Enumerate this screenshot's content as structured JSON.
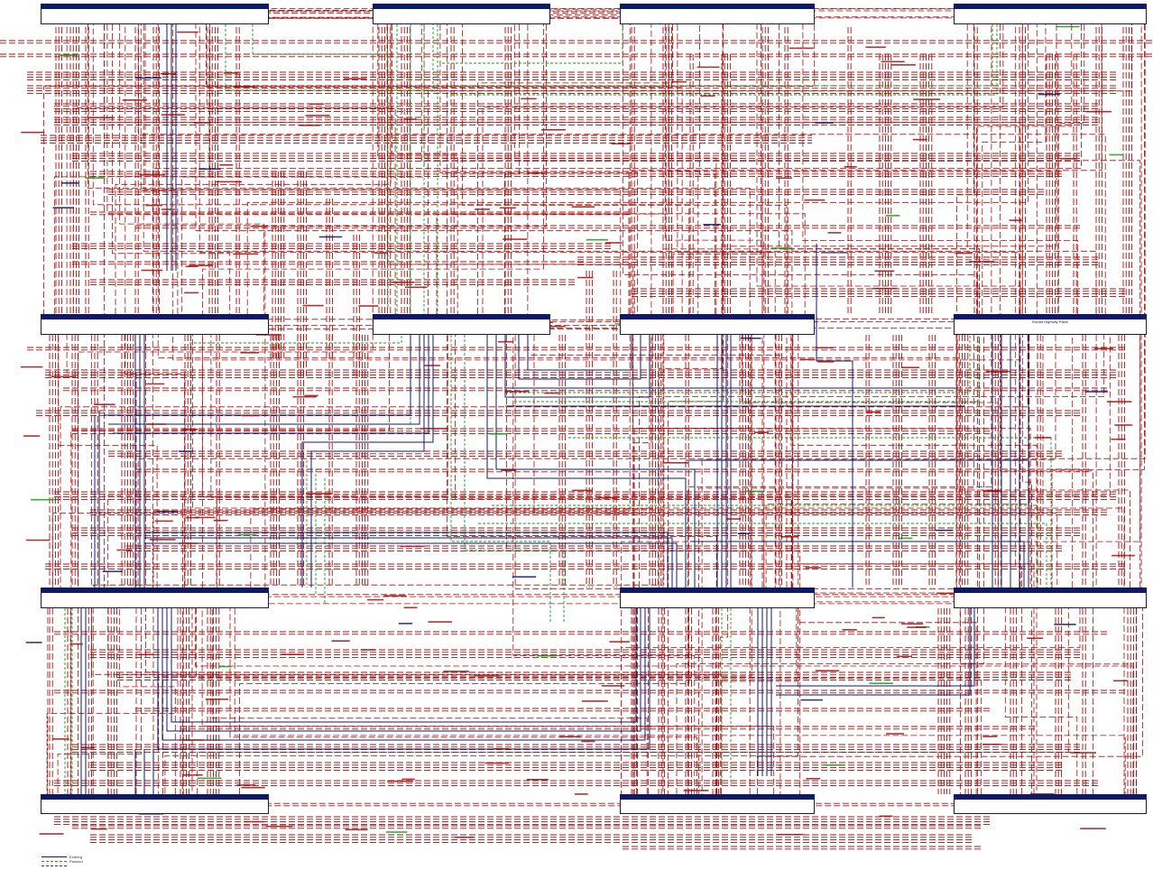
{
  "diagram": {
    "colors": {
      "existing": "#0b1a6b",
      "planned": "#a01010",
      "planned_green": "#1a9a1a",
      "node_bar": "#0b1a6b"
    },
    "nodes": [
      {
        "id": "n1",
        "title": "",
        "subtitle": ""
      },
      {
        "id": "n2",
        "title": "",
        "subtitle": ""
      },
      {
        "id": "n3",
        "title": "",
        "subtitle": ""
      },
      {
        "id": "n4",
        "title": "",
        "subtitle": ""
      },
      {
        "id": "n5",
        "title": "",
        "subtitle": ""
      },
      {
        "id": "n6",
        "title": "",
        "subtitle": ""
      },
      {
        "id": "n7",
        "title": "",
        "subtitle": ""
      },
      {
        "id": "n8",
        "title": "Florida Highway Patrol",
        "subtitle": ""
      },
      {
        "id": "n9",
        "title": "",
        "subtitle": ""
      },
      {
        "id": "n10",
        "title": "",
        "subtitle": ""
      },
      {
        "id": "n11",
        "title": "",
        "subtitle": ""
      },
      {
        "id": "n12",
        "title": "",
        "subtitle": ""
      },
      {
        "id": "n13",
        "title": "",
        "subtitle": ""
      },
      {
        "id": "n14",
        "title": "",
        "subtitle": ""
      }
    ],
    "legend": [
      {
        "label": "Existing",
        "color": "#0b1a6b"
      },
      {
        "label": "Planned",
        "color": "#1a9a1a"
      },
      {
        "label": "",
        "color": "#a01010"
      }
    ]
  }
}
